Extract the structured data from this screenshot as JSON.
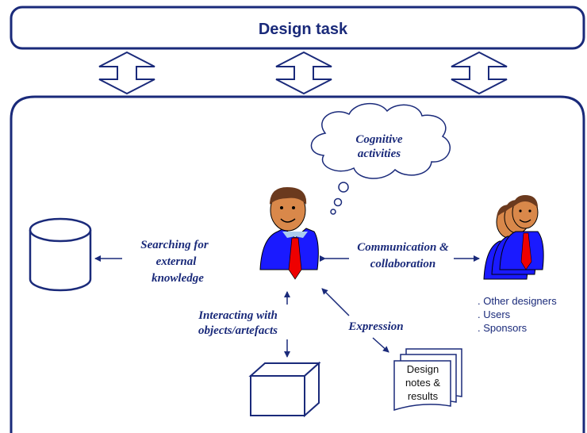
{
  "title": "Design task",
  "cloud": {
    "lines": [
      "Cognitive",
      "activities"
    ]
  },
  "labels": {
    "searching": [
      "Searching for",
      "external",
      "knowledge"
    ],
    "communication": [
      "Communication &",
      "collaboration"
    ],
    "interacting": [
      "Interacting with",
      "objects/artefacts"
    ],
    "expression": "Expression"
  },
  "stakeholders": [
    ". Other designers",
    ". Users",
    ". Sponsors"
  ],
  "document": [
    "Design",
    "notes &",
    "results"
  ],
  "colors": {
    "frame": "#1a2a7a",
    "text": "#1a2a7a",
    "arrow": "#1a2a7a",
    "suit": "#1a1aff",
    "tie": "#ee0000",
    "skin": "#d9884a",
    "hair": "#6b3a1e"
  },
  "icons": [
    "database-icon",
    "designer-icon",
    "team-icon",
    "box-icon",
    "documents-icon",
    "thought-cloud-icon"
  ]
}
